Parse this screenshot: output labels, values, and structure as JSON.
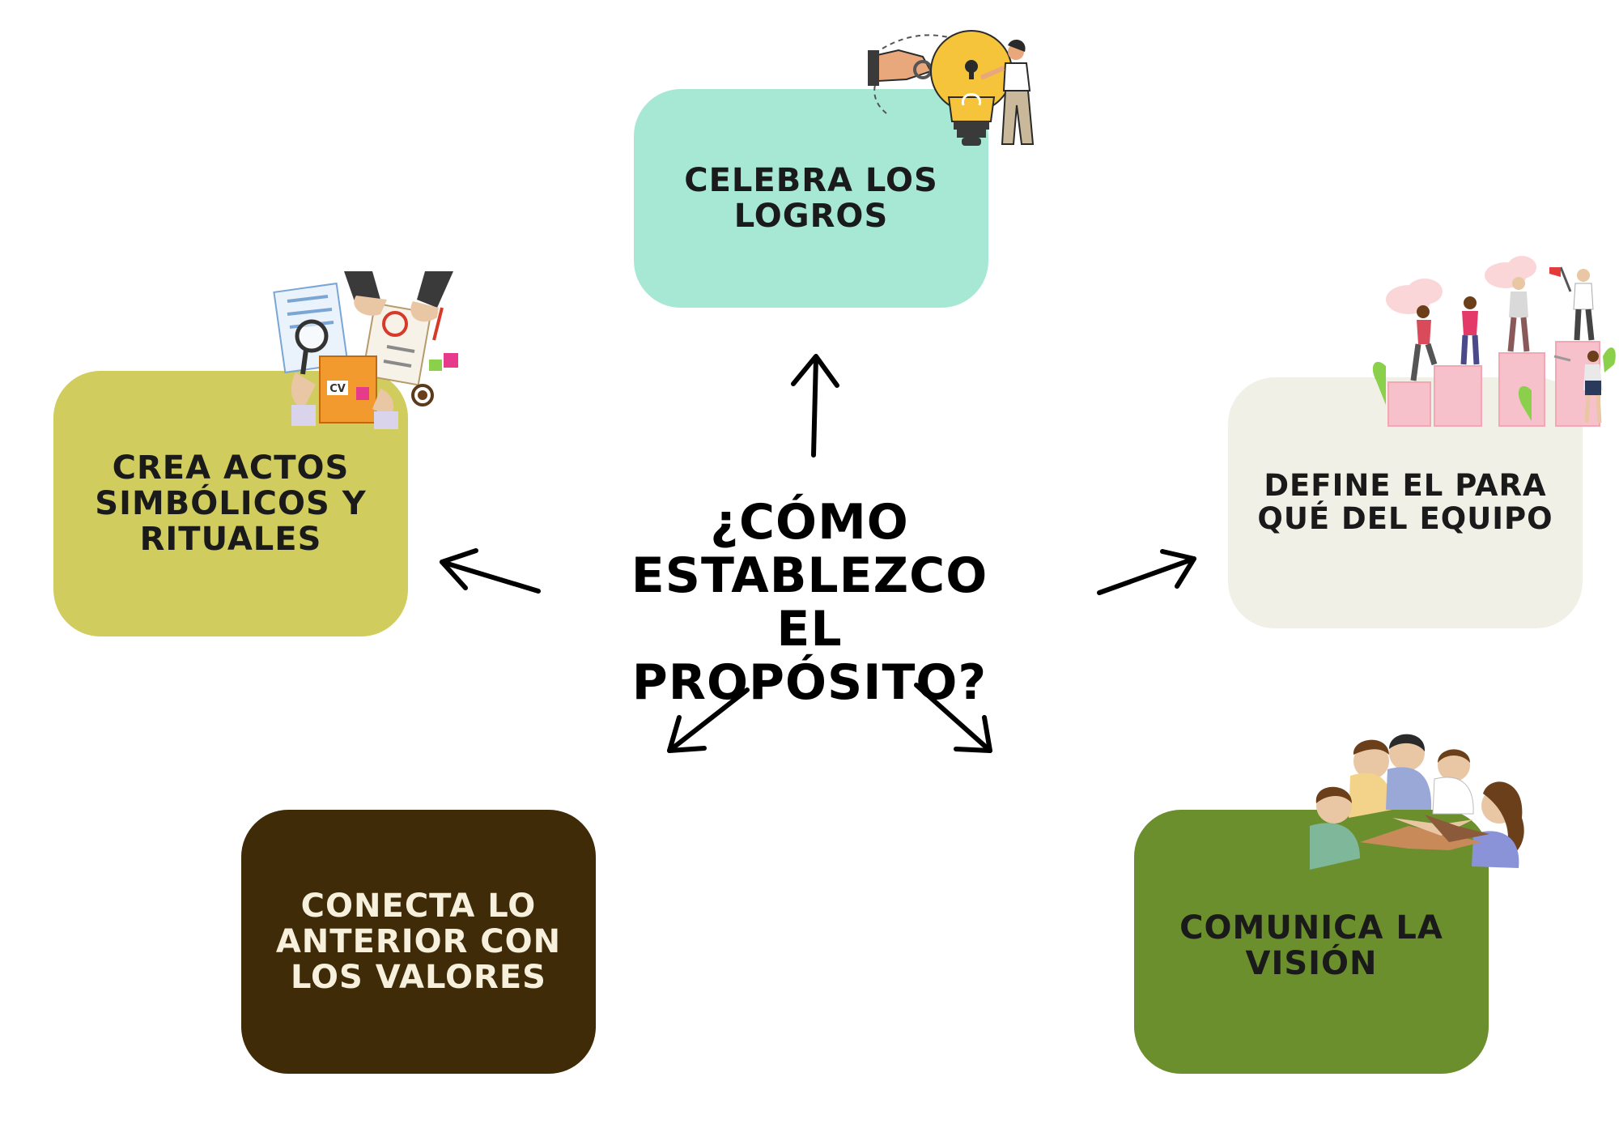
{
  "title": "¿CÓMO ESTABLEZCO\nEL\nPROPÓSITO?",
  "boxes": {
    "top": {
      "label": "CELEBRA LOS\nLOGROS",
      "color": "#a7e8d5",
      "text_color": "#1a1a1a"
    },
    "left": {
      "label": "CREA ACTOS\nSIMBÓLICOS Y\nRITUALES",
      "color": "#d0cd5e",
      "text_color": "#1a1a1a"
    },
    "right": {
      "label": "DEFINE EL PARA\nQUÉ DEL EQUIPO",
      "color": "#f1f0e6",
      "text_color": "#1a1a1a"
    },
    "bottom_left": {
      "label": "CONECTA LO\nANTERIOR CON\nLOS VALORES",
      "color": "#3f2b07",
      "text_color": "#f6f0dc"
    },
    "bottom_right": {
      "label": "COMUNICA LA\nVISIÓN",
      "color": "#6b8f2c",
      "text_color": "#1a1a1a"
    }
  },
  "illustrations": {
    "top": "lightbulb-key-illustration",
    "left": "cv-review-illustration",
    "right": "team-climbing-steps-illustration",
    "bottom_right": "team-hands-together-illustration"
  },
  "illustration_text": {
    "cv": "CV"
  }
}
